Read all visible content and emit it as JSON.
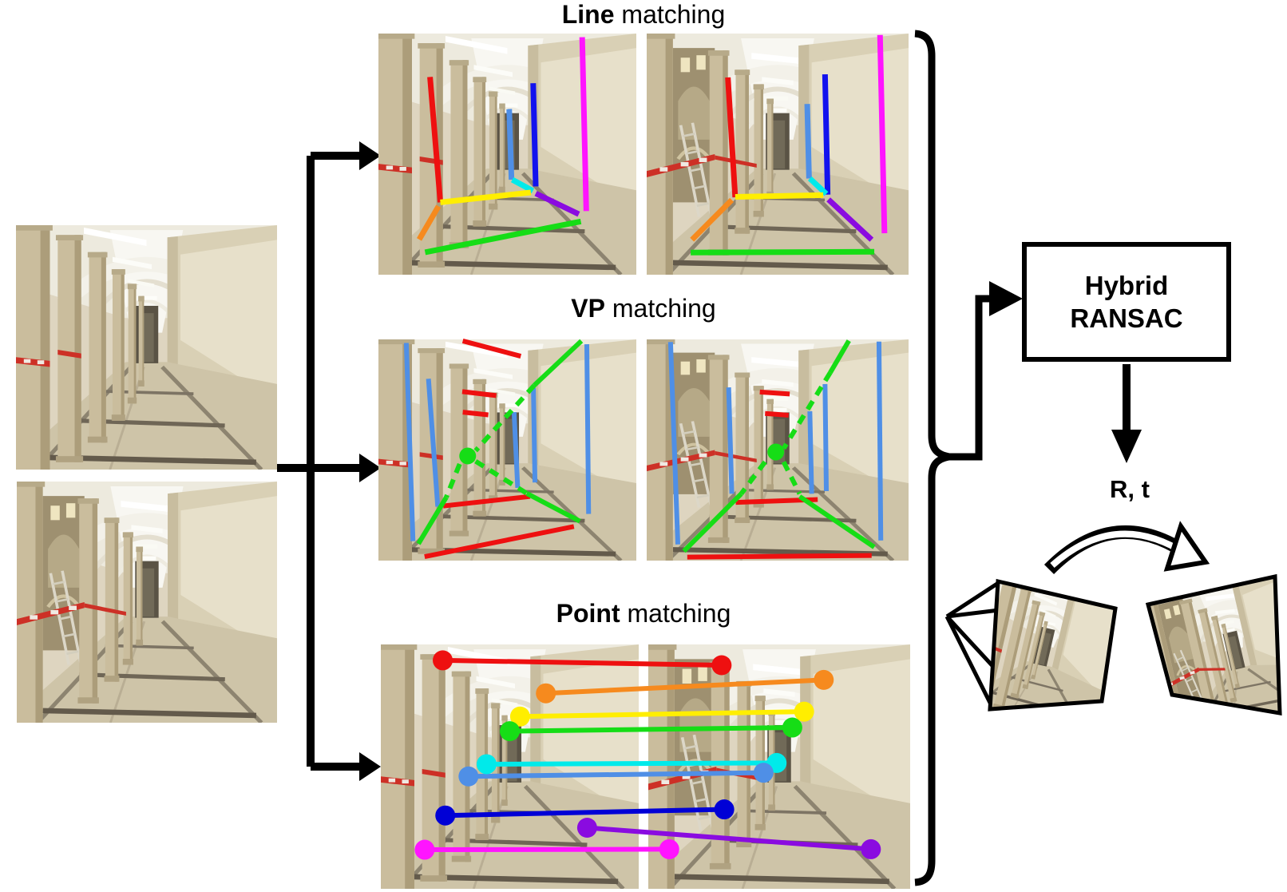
{
  "labels": {
    "line_title": {
      "bold": "Line",
      "rest": " matching"
    },
    "vp_title": {
      "bold": "VP",
      "rest": " matching"
    },
    "point_title": {
      "bold": "Point",
      "rest": " matching"
    },
    "ransac_line1": "Hybrid",
    "ransac_line2": "RANSAC",
    "rt": "R, t"
  },
  "colors": {
    "red": "#ee1010",
    "orange": "#f68a1e",
    "yellow": "#ffee00",
    "green": "#16dd16",
    "cyan": "#00eaea",
    "skyblue": "#4f8fe6",
    "blue": "#1212ee",
    "darkblue": "#0000d6",
    "purple": "#8a0be0",
    "magenta": "#ff14ff"
  },
  "overlays": {
    "line_left": {
      "lines": [
        [
          "red",
          0.2,
          0.18,
          0.24,
          0.7
        ],
        [
          "magenta",
          0.79,
          0.015,
          0.806,
          0.736
        ],
        [
          "blue",
          0.6,
          0.206,
          0.61,
          0.634
        ],
        [
          "skyblue",
          0.507,
          0.313,
          0.516,
          0.606
        ],
        [
          "cyan",
          0.519,
          0.606,
          0.599,
          0.652
        ],
        [
          "yellow",
          0.24,
          0.7,
          0.591,
          0.659
        ],
        [
          "purple",
          0.61,
          0.663,
          0.777,
          0.749
        ],
        [
          "orange",
          0.233,
          0.716,
          0.158,
          0.854
        ],
        [
          "green",
          0.181,
          0.907,
          0.785,
          0.779
        ]
      ]
    },
    "line_right": {
      "lines": [
        [
          "red",
          0.31,
          0.182,
          0.338,
          0.679
        ],
        [
          "magenta",
          0.891,
          0.006,
          0.908,
          0.828
        ],
        [
          "blue",
          0.681,
          0.169,
          0.691,
          0.668
        ],
        [
          "skyblue",
          0.613,
          0.292,
          0.62,
          0.601
        ],
        [
          "cyan",
          0.623,
          0.601,
          0.686,
          0.665
        ],
        [
          "yellow",
          0.338,
          0.677,
          0.674,
          0.67
        ],
        [
          "purple",
          0.694,
          0.688,
          0.859,
          0.855
        ],
        [
          "orange",
          0.325,
          0.69,
          0.173,
          0.855
        ],
        [
          "green",
          0.168,
          0.908,
          0.869,
          0.905
        ]
      ]
    },
    "vp_left": {
      "lines": [
        [
          "skyblue",
          0.108,
          0.016,
          0.134,
          0.912
        ],
        [
          "skyblue",
          0.194,
          0.178,
          0.23,
          0.756
        ],
        [
          "skyblue",
          0.526,
          0.329,
          0.54,
          0.671
        ],
        [
          "skyblue",
          0.601,
          0.22,
          0.607,
          0.647
        ],
        [
          "skyblue",
          0.808,
          0.022,
          0.815,
          0.789
        ],
        [
          "red",
          0.327,
          0.007,
          0.552,
          0.076
        ],
        [
          "red",
          0.325,
          0.236,
          0.457,
          0.254
        ],
        [
          "red",
          0.327,
          0.329,
          0.426,
          0.341
        ],
        [
          "red",
          0.251,
          0.753,
          0.588,
          0.71
        ],
        [
          "red",
          0.179,
          0.982,
          0.758,
          0.846
        ],
        [
          "green",
          0.787,
          0.007,
          0.604,
          0.208
        ],
        [
          "green",
          0.604,
          0.208,
          0.377,
          0.503,
          1
        ],
        [
          "green",
          0.377,
          0.551,
          0.575,
          0.696,
          1
        ],
        [
          "green",
          0.575,
          0.696,
          0.781,
          0.822
        ],
        [
          "green",
          0.315,
          0.563,
          0.263,
          0.714,
          1
        ],
        [
          "green",
          0.263,
          0.714,
          0.155,
          0.924
        ]
      ],
      "dot": [
        "green",
        0.346,
        0.527
      ]
    },
    "vp_right": {
      "lines": [
        [
          "skyblue",
          0.091,
          0.012,
          0.119,
          0.927
        ],
        [
          "skyblue",
          0.313,
          0.217,
          0.325,
          0.698
        ],
        [
          "skyblue",
          0.623,
          0.325,
          0.63,
          0.698
        ],
        [
          "skyblue",
          0.681,
          0.202,
          0.686,
          0.686
        ],
        [
          "skyblue",
          0.887,
          0.01,
          0.894,
          0.909
        ],
        [
          "red",
          0.432,
          0.238,
          0.546,
          0.247
        ],
        [
          "red",
          0.452,
          0.335,
          0.542,
          0.343
        ],
        [
          "red",
          0.34,
          0.737,
          0.653,
          0.724
        ],
        [
          "red",
          0.155,
          0.984,
          0.859,
          0.977
        ],
        [
          "green",
          0.772,
          0.006,
          0.701,
          0.15
        ],
        [
          "green",
          0.701,
          0.15,
          0.523,
          0.493,
          1
        ],
        [
          "green",
          0.523,
          0.554,
          0.584,
          0.698,
          1
        ],
        [
          "green",
          0.584,
          0.71,
          0.869,
          0.939
        ],
        [
          "green",
          0.452,
          0.554,
          0.361,
          0.698,
          1
        ],
        [
          "green",
          0.361,
          0.698,
          0.142,
          0.957
        ]
      ],
      "dot": [
        "green",
        0.493,
        0.509
      ]
    },
    "point_matches": [
      [
        "red",
        0.24,
        0.065,
        0.28,
        0.085
      ],
      [
        "orange",
        0.64,
        0.2,
        0.67,
        0.145
      ],
      [
        "yellow",
        0.54,
        0.295,
        0.595,
        0.275
      ],
      [
        "green",
        0.5,
        0.355,
        0.55,
        0.34
      ],
      [
        "cyan",
        0.41,
        0.49,
        0.49,
        0.485
      ],
      [
        "skyblue",
        0.34,
        0.54,
        0.44,
        0.525
      ],
      [
        "darkblue",
        0.25,
        0.7,
        0.29,
        0.675
      ],
      [
        "purple",
        0.8,
        0.75,
        0.85,
        0.838
      ],
      [
        "magenta",
        0.17,
        0.84,
        0.08,
        0.838
      ]
    ]
  }
}
